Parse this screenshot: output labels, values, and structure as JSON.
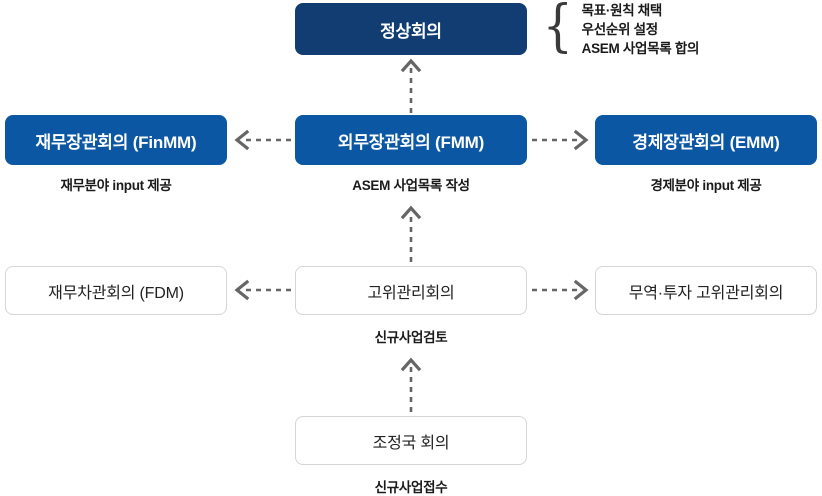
{
  "diagram": {
    "title": "ASEM meeting hierarchy flow chart",
    "colors": {
      "navy": "#123d73",
      "blue": "#0b57a4",
      "white_box_border": "#d5d5d5",
      "arrow": "#666666",
      "text_dark": "#1a1a1a"
    },
    "nodes": {
      "summit": "정상회의",
      "finmm": "재무장관회의 (FinMM)",
      "fmm": "외무장관회의 (FMM)",
      "emm": "경제장관회의 (EMM)",
      "fdm": "재무차관회의 (FDM)",
      "som": "고위관리회의",
      "somti": "무역·투자 고위관리회의",
      "coordinators": "조정국 회의"
    },
    "captions": {
      "finmm": "재무분야 input 제공",
      "fmm": "ASEM 사업목록 작성",
      "emm": "경제분야 input 제공",
      "som": "신규사업검토",
      "coordinators": "신규사업접수"
    },
    "brace": {
      "glyph": "{",
      "lines": [
        "목표·원칙 채택",
        "우선순위 설정",
        "ASEM 사업목록 합의"
      ]
    },
    "arrows": {
      "summit_up": "dashed-arrow-up",
      "fmm_to_finmm": "dashed-arrow-left",
      "fmm_to_emm": "dashed-arrow-right",
      "som_up_to_fmm": "dashed-arrow-up",
      "som_to_fdm": "dashed-arrow-left",
      "som_to_somti": "dashed-arrow-right",
      "coordinators_up_to_som": "dashed-arrow-up"
    }
  }
}
